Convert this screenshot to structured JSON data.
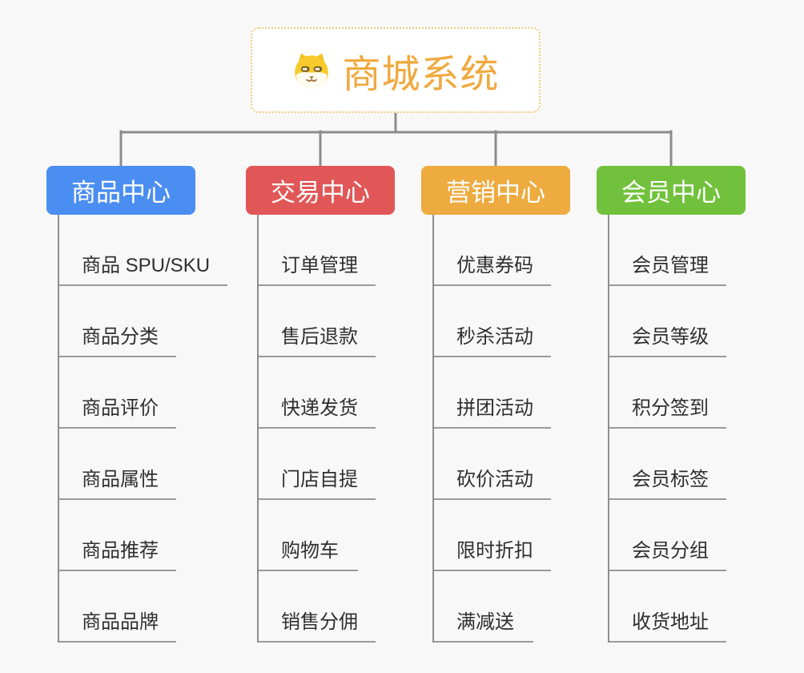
{
  "root": {
    "label": "商城系统",
    "icon": "shiba-dog-icon"
  },
  "branches": [
    {
      "label": "商品中心",
      "color": "#4B8EF2",
      "children": [
        "商品 SPU/SKU",
        "商品分类",
        "商品评价",
        "商品属性",
        "商品推荐",
        "商品品牌"
      ]
    },
    {
      "label": "交易中心",
      "color": "#E15757",
      "children": [
        "订单管理",
        "售后退款",
        "快递发货",
        "门店自提",
        "购物车",
        "销售分佣"
      ]
    },
    {
      "label": "营销中心",
      "color": "#EDAB40",
      "children": [
        "优惠券码",
        "秒杀活动",
        "拼团活动",
        "砍价活动",
        "限时折扣",
        "满减送"
      ]
    },
    {
      "label": "会员中心",
      "color": "#72C13C",
      "children": [
        "会员管理",
        "会员等级",
        "积分签到",
        "会员标签",
        "会员分组",
        "收货地址"
      ]
    }
  ],
  "colors": {
    "background": "#F8F8F8",
    "root_text": "#F0A93F",
    "root_border": "#F4C979",
    "connector": "#8C8C8C",
    "child_text": "#2F2F2F",
    "line": "#9A9A9A"
  }
}
